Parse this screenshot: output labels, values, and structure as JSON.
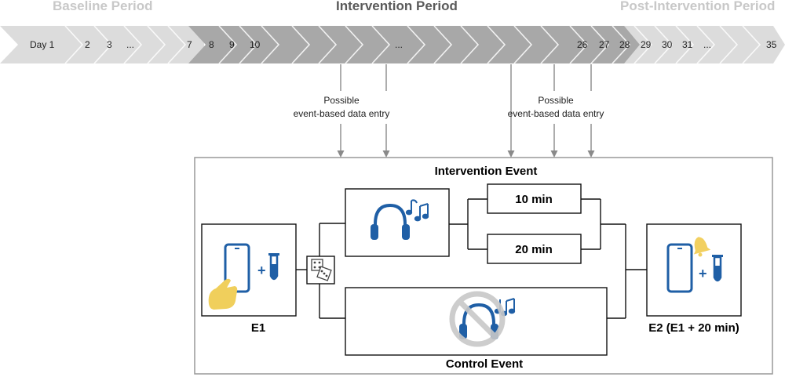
{
  "periods": {
    "baseline": "Baseline Period",
    "intervention": "Intervention Period",
    "post": "Post-Intervention Period"
  },
  "days": {
    "d1": "Day 1",
    "d2": "2",
    "d3": "3",
    "dots1": "...",
    "d7": "7",
    "d8": "8",
    "d9": "9",
    "d10": "10",
    "dots2": "...",
    "d26": "26",
    "d27": "27",
    "d28": "28",
    "d29": "29",
    "d30": "30",
    "d31": "31",
    "dots3": "...",
    "d35": "35"
  },
  "notes": {
    "left_line1": "Possible",
    "left_line2": "event-based data entry",
    "right_line1": "Possible",
    "right_line2": "event-based data entry"
  },
  "diagram": {
    "intervention_event": "Intervention Event",
    "control_event": "Control Event",
    "e1_label": "E1",
    "e2_label": "E2 (E1 + 20 min)",
    "option_10": "10 min",
    "option_20": "20 min"
  },
  "icons": {
    "phone": "smartphone-icon",
    "tube": "test-tube-icon",
    "hand": "pointing-hand-icon",
    "dice": "dice-icon",
    "headphones": "headphones-icon",
    "music": "music-notes-icon",
    "bell": "bell-icon",
    "prohibited": "prohibited-icon"
  },
  "colors": {
    "accent_blue": "#1f5fa6",
    "hand_yellow": "#f0cf5c",
    "bell_yellow": "#f2d060",
    "baseline_arrow": "#dcdcdc",
    "intervention_arrow": "#a8a8a8",
    "post_arrow": "#dcdcdc",
    "prohibited_gray": "#c8c8c8"
  }
}
